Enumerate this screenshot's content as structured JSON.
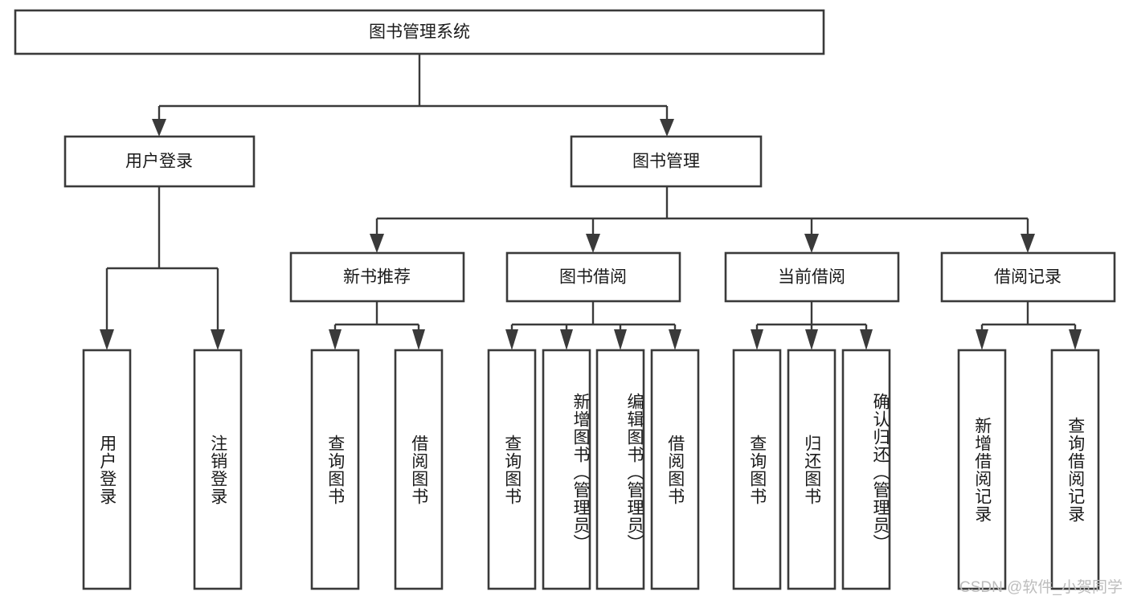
{
  "diagram": {
    "type": "hierarchy-tree",
    "title": "图书管理系统",
    "root": {
      "id": "root",
      "label": "图书管理系统",
      "level": 0
    },
    "level2": [
      {
        "id": "user-login",
        "label": "用户登录",
        "level": 1
      },
      {
        "id": "book-management",
        "label": "图书管理",
        "level": 1
      }
    ],
    "level3": [
      {
        "id": "new-book-recommend",
        "label": "新书推荐",
        "level": 2,
        "parent": "book-management"
      },
      {
        "id": "book-borrow",
        "label": "图书借阅",
        "level": 2,
        "parent": "book-management"
      },
      {
        "id": "current-borrow",
        "label": "当前借阅",
        "level": 2,
        "parent": "book-management"
      },
      {
        "id": "borrow-record",
        "label": "借阅记录",
        "level": 2,
        "parent": "book-management"
      }
    ],
    "leaves": [
      {
        "id": "leaf-user-login",
        "label": "用户登录",
        "parent": "user-login"
      },
      {
        "id": "leaf-user-logout",
        "label": "注销登录",
        "parent": "user-login"
      },
      {
        "id": "leaf-query-book-1",
        "label": "查询图书",
        "parent": "new-book-recommend"
      },
      {
        "id": "leaf-borrow-book-1",
        "label": "借阅图书",
        "parent": "new-book-recommend"
      },
      {
        "id": "leaf-query-book-2",
        "label": "查询图书",
        "parent": "book-borrow"
      },
      {
        "id": "leaf-add-book",
        "label": "新增图书（管理员）",
        "parent": "book-borrow"
      },
      {
        "id": "leaf-edit-book",
        "label": "编辑图书（管理员）",
        "parent": "book-borrow"
      },
      {
        "id": "leaf-borrow-book-2",
        "label": "借阅图书",
        "parent": "book-borrow"
      },
      {
        "id": "leaf-query-book-3",
        "label": "查询图书",
        "parent": "current-borrow"
      },
      {
        "id": "leaf-return-book",
        "label": "归还图书",
        "parent": "current-borrow"
      },
      {
        "id": "leaf-confirm-return",
        "label": "确认归还（管理员）",
        "parent": "current-borrow"
      },
      {
        "id": "leaf-add-record",
        "label": "新增借阅记录",
        "parent": "borrow-record"
      },
      {
        "id": "leaf-query-record",
        "label": "查询借阅记录",
        "parent": "borrow-record"
      }
    ]
  },
  "watermark": {
    "text": "CSDN @软件_小贺同学"
  },
  "colors": {
    "stroke": "#3a3a3a",
    "box_fill": "#ffffff",
    "text": "#1a1a1a",
    "background": "#ffffff",
    "watermark": "#bdbdbd"
  }
}
